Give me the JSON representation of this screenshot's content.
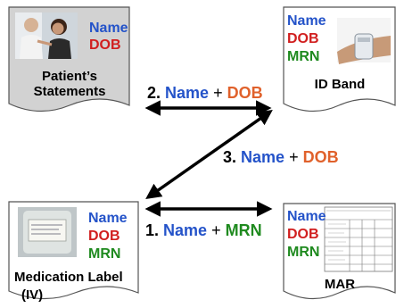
{
  "colors": {
    "name": "#2453c9",
    "dob": "#d11f1f",
    "mrn": "#1f8a1f",
    "dob_orange": "#e0612b",
    "doc_fill_gray": "#d2d2d2",
    "doc_fill_white": "#ffffff",
    "arrow": "#000000"
  },
  "documents": {
    "patient": {
      "title_line1": "Patient’s",
      "title_line2": "Statements",
      "field_name": "Name",
      "field_dob": "DOB",
      "image_icon": "photo-doctor-patient"
    },
    "idband": {
      "title": "ID Band",
      "field_name": "Name",
      "field_dob": "DOB",
      "field_mrn": "MRN",
      "image_icon": "photo-wrist-band"
    },
    "medlabel": {
      "title_line1": "Medication Label",
      "title_line2": "(IV)",
      "field_name": "Name",
      "field_dob": "DOB",
      "field_mrn": "MRN",
      "image_icon": "photo-iv-bag"
    },
    "mar": {
      "title": "MAR",
      "field_name": "Name",
      "field_dob": "DOB",
      "field_mrn": "MRN",
      "image_icon": "mar-form-thumbnail"
    }
  },
  "connections": {
    "c1": {
      "num": "1.",
      "a": "Name",
      "plus": "+",
      "b": "MRN"
    },
    "c2": {
      "num": "2.",
      "a": "Name",
      "plus": "+",
      "b": "DOB"
    },
    "c3": {
      "num": "3.",
      "a": "Name",
      "plus": "+",
      "b": "DOB"
    }
  }
}
